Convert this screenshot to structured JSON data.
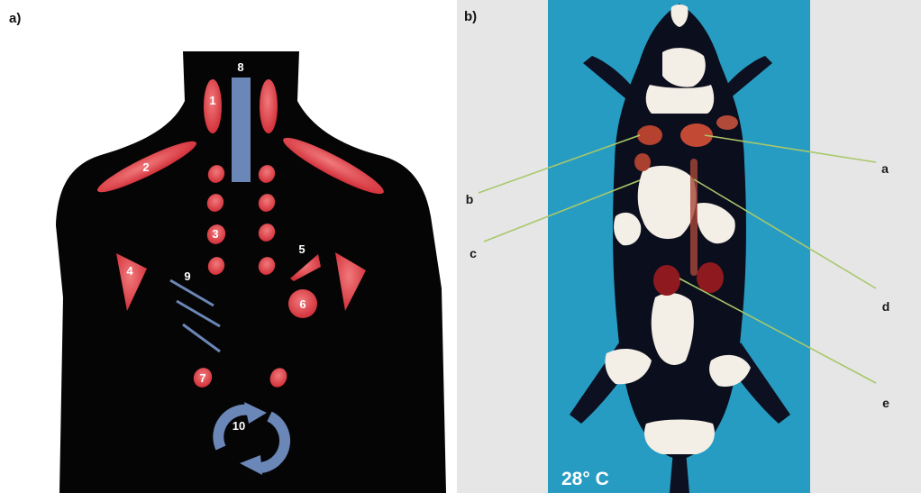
{
  "panel_a": {
    "letter": "a)",
    "numbers": [
      "1",
      "2",
      "3",
      "4",
      "5",
      "6",
      "7",
      "8",
      "9",
      "10"
    ]
  },
  "panel_b": {
    "letter": "b)",
    "temperature": "28° C",
    "labels": [
      "a",
      "b",
      "c",
      "d",
      "e"
    ]
  },
  "colors": {
    "silhouette": "#050505",
    "fat_depot": "#d9363e",
    "stripe": "#6b87b8",
    "board": "#2aa3c8",
    "pointer": "#a8c86a"
  }
}
